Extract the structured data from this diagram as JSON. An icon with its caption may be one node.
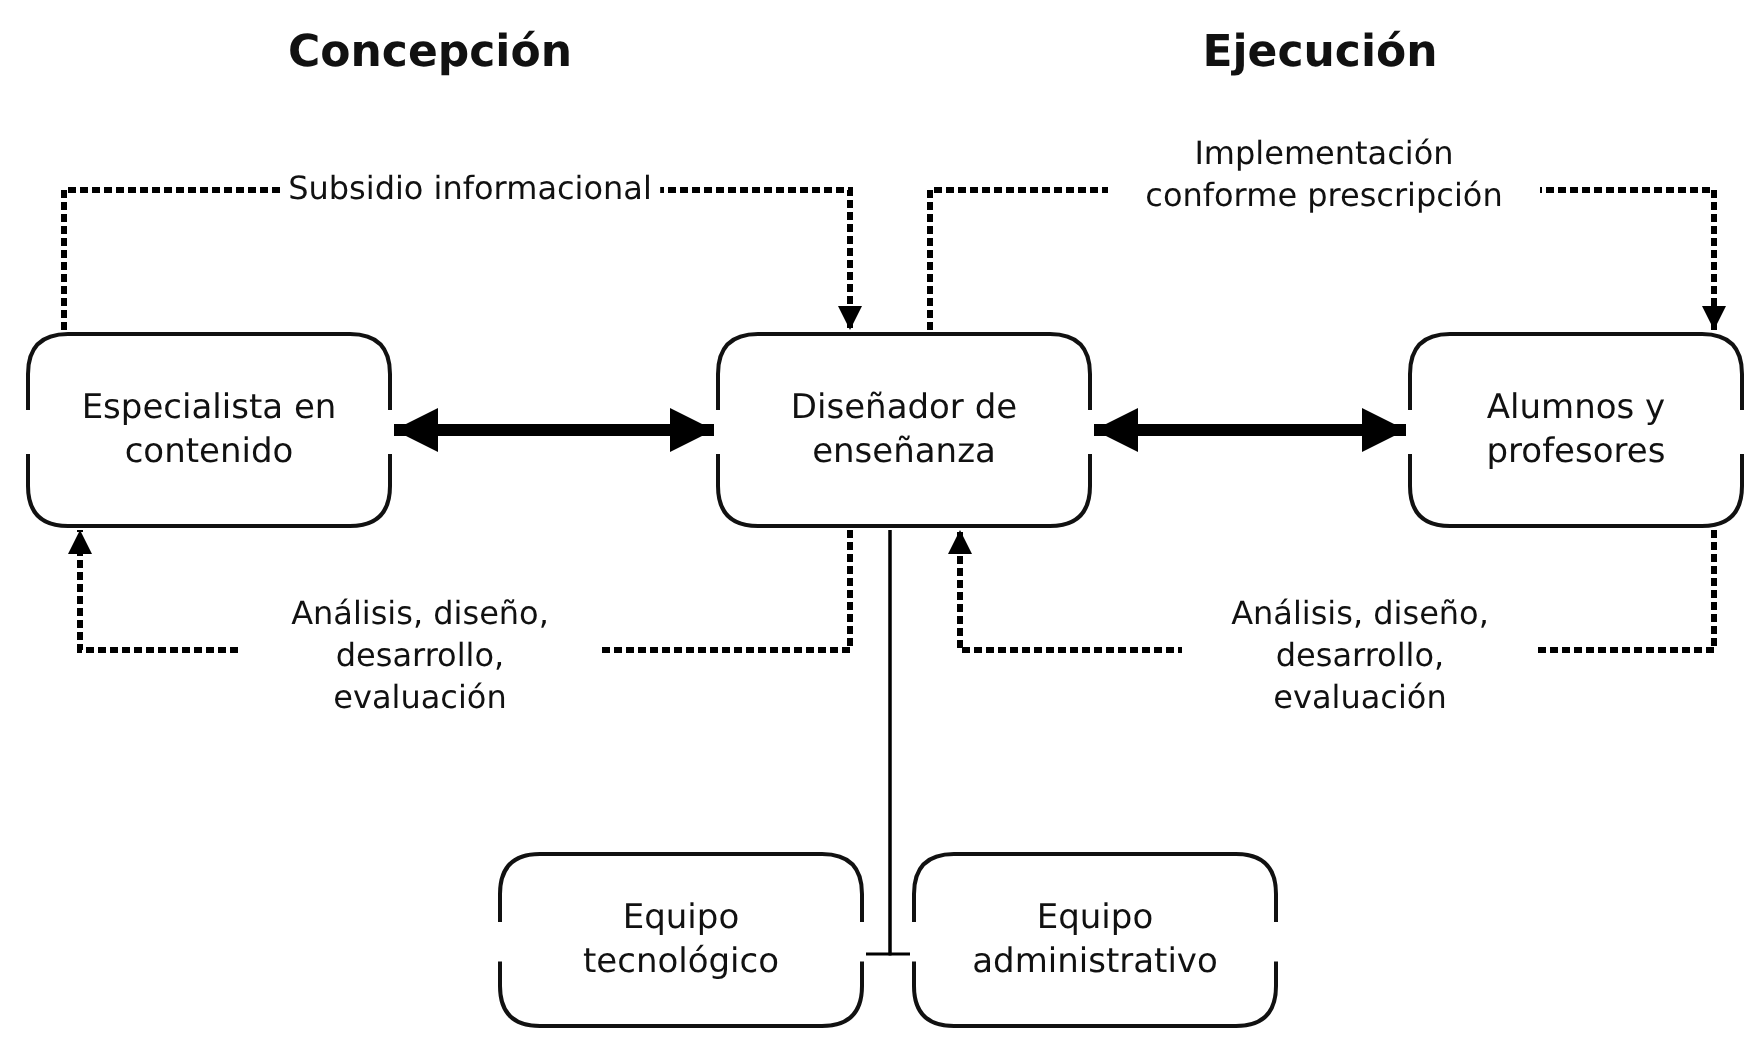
{
  "diagram": {
    "nodes": [
      {
        "text": [
          "Especialista en contenido"
        ]
      },
      {
        "text": [
          "Diseñador de enseñanza"
        ]
      },
      {
        "text": [
          "Alumnos y profesores"
        ]
      },
      {
        "text": [
          "Equipo tecnológico"
        ]
      },
      {
        "text": [
          "Equipo administrativo"
        ]
      }
    ],
    "edges": [
      {
        "from": 0,
        "to": 1,
        "arrow": "to",
        "label": "Subsidio informacional",
        "style": "dashed"
      },
      {
        "from": 1,
        "to": 2,
        "arrow": "to",
        "label": "Implementación conforme prescripción",
        "style": "dashed"
      },
      {
        "from": 0,
        "to": 1,
        "arrow": "both",
        "style": "thick"
      },
      {
        "from": 1,
        "to": 2,
        "arrow": "both",
        "style": "thick"
      },
      {
        "from": 1,
        "to": 0,
        "arrow": "to",
        "label": "Análisis, diseño, desarrollo, evaluación",
        "style": "dashed"
      },
      {
        "from": 2,
        "to": 1,
        "arrow": "to",
        "label": "Análisis, diseño, desarrollo, evaluación",
        "style": "dashed"
      },
      {
        "from": 1,
        "to": 3,
        "arrow": "none"
      },
      {
        "from": 1,
        "to": 4,
        "arrow": "none"
      }
    ],
    "labels": [
      "Concepción",
      "Ejecución"
    ]
  }
}
